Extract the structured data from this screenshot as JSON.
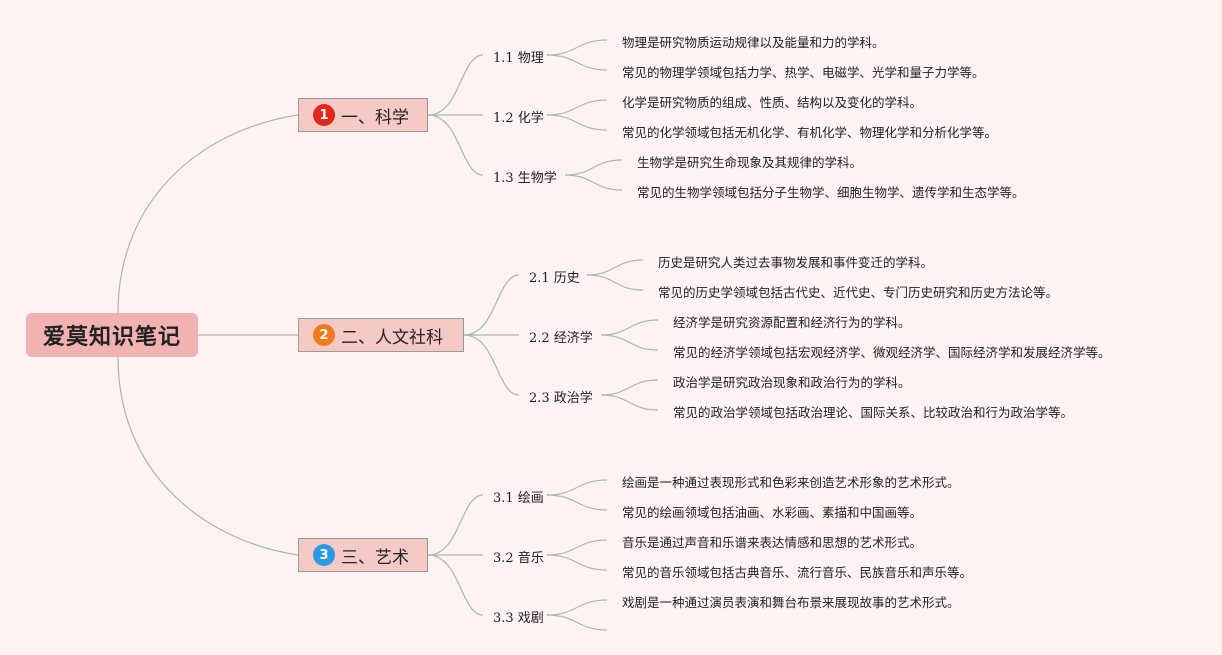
{
  "root": {
    "label": "爱莫知识笔记"
  },
  "branches": [
    {
      "number": "1",
      "badge_color": "#e0281c",
      "label": "一、科学",
      "subs": [
        {
          "label": "1.1 物理",
          "leaves": [
            "物理是研究物质运动规律以及能量和力的学科。",
            "常见的物理学领域包括力学、热学、电磁学、光学和量子力学等。"
          ]
        },
        {
          "label": "1.2 化学",
          "leaves": [
            "化学是研究物质的组成、性质、结构以及变化的学科。",
            "常见的化学领域包括无机化学、有机化学、物理化学和分析化学等。"
          ]
        },
        {
          "label": "1.3 生物学",
          "leaves": [
            "生物学是研究生命现象及其规律的学科。",
            "常见的生物学领域包括分子生物学、细胞生物学、遗传学和生态学等。"
          ]
        }
      ]
    },
    {
      "number": "2",
      "badge_color": "#f07a1c",
      "label": "二、人文社科",
      "subs": [
        {
          "label": "2.1 历史",
          "leaves": [
            "历史是研究人类过去事物发展和事件变迁的学科。",
            "常见的历史学领域包括古代史、近代史、专门历史研究和历史方法论等。"
          ]
        },
        {
          "label": "2.2 经济学",
          "leaves": [
            "经济学是研究资源配置和经济行为的学科。",
            "常见的经济学领域包括宏观经济学、微观经济学、国际经济学和发展经济学等。"
          ]
        },
        {
          "label": "2.3 政治学",
          "leaves": [
            "政治学是研究政治现象和政治行为的学科。",
            "常见的政治学领域包括政治理论、国际关系、比较政治和行为政治学等。"
          ]
        }
      ]
    },
    {
      "number": "3",
      "badge_color": "#2a9be0",
      "label": "三、艺术",
      "subs": [
        {
          "label": "3.1 绘画",
          "leaves": [
            "绘画是一种通过表现形式和色彩来创造艺术形象的艺术形式。",
            "常见的绘画领域包括油画、水彩画、素描和中国画等。"
          ]
        },
        {
          "label": "3.2 音乐",
          "leaves": [
            "音乐是通过声音和乐谱来表达情感和思想的艺术形式。",
            "常见的音乐领域包括古典音乐、流行音乐、民族音乐和声乐等。"
          ]
        },
        {
          "label": "3.3 戏剧",
          "leaves": [
            "戏剧是一种通过演员表演和舞台布景来展现故事的艺术形式。",
            ""
          ]
        }
      ]
    }
  ]
}
